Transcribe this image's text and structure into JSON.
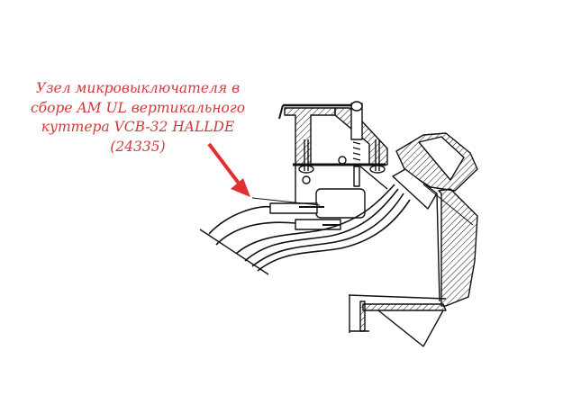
{
  "caption": {
    "lines": [
      "Узел микровыключателя в",
      "сборе AM UL вертикального",
      "куттера VCB-32 HALLDE",
      "(24335)"
    ]
  },
  "colors": {
    "caption": "#d03a3a",
    "arrow": "#e03030",
    "drawing": "#111111"
  }
}
